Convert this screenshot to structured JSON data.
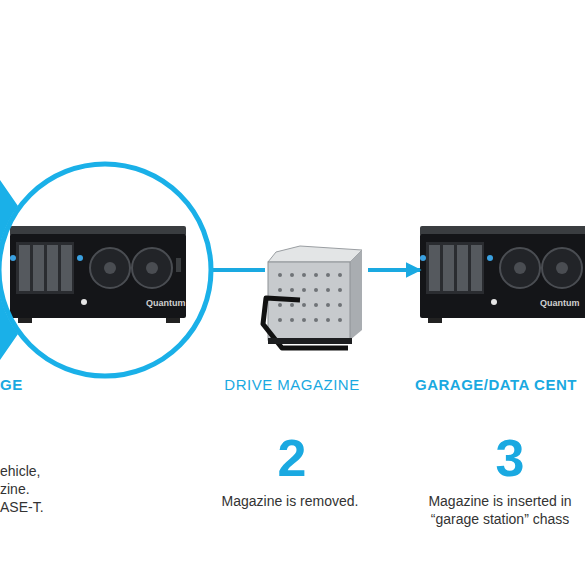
{
  "diagram": {
    "nodes": [
      {
        "text": [
          "GE",
          "ehicle, zine. ASE-T."
        ]
      },
      {
        "text": [
          "DRIVE MAGAZINE",
          "2",
          "Magazine is removed."
        ]
      },
      {
        "text": [
          "GARAGE/DATA CENT",
          "3",
          "Magazine is inserted in “garage station” chass"
        ]
      }
    ],
    "edges": [
      {
        "from": 0,
        "to": 1,
        "arrow": "none"
      },
      {
        "from": 1,
        "to": 2,
        "arrow": "to"
      }
    ],
    "labels": [
      "Quantum",
      "Quantum"
    ]
  }
}
